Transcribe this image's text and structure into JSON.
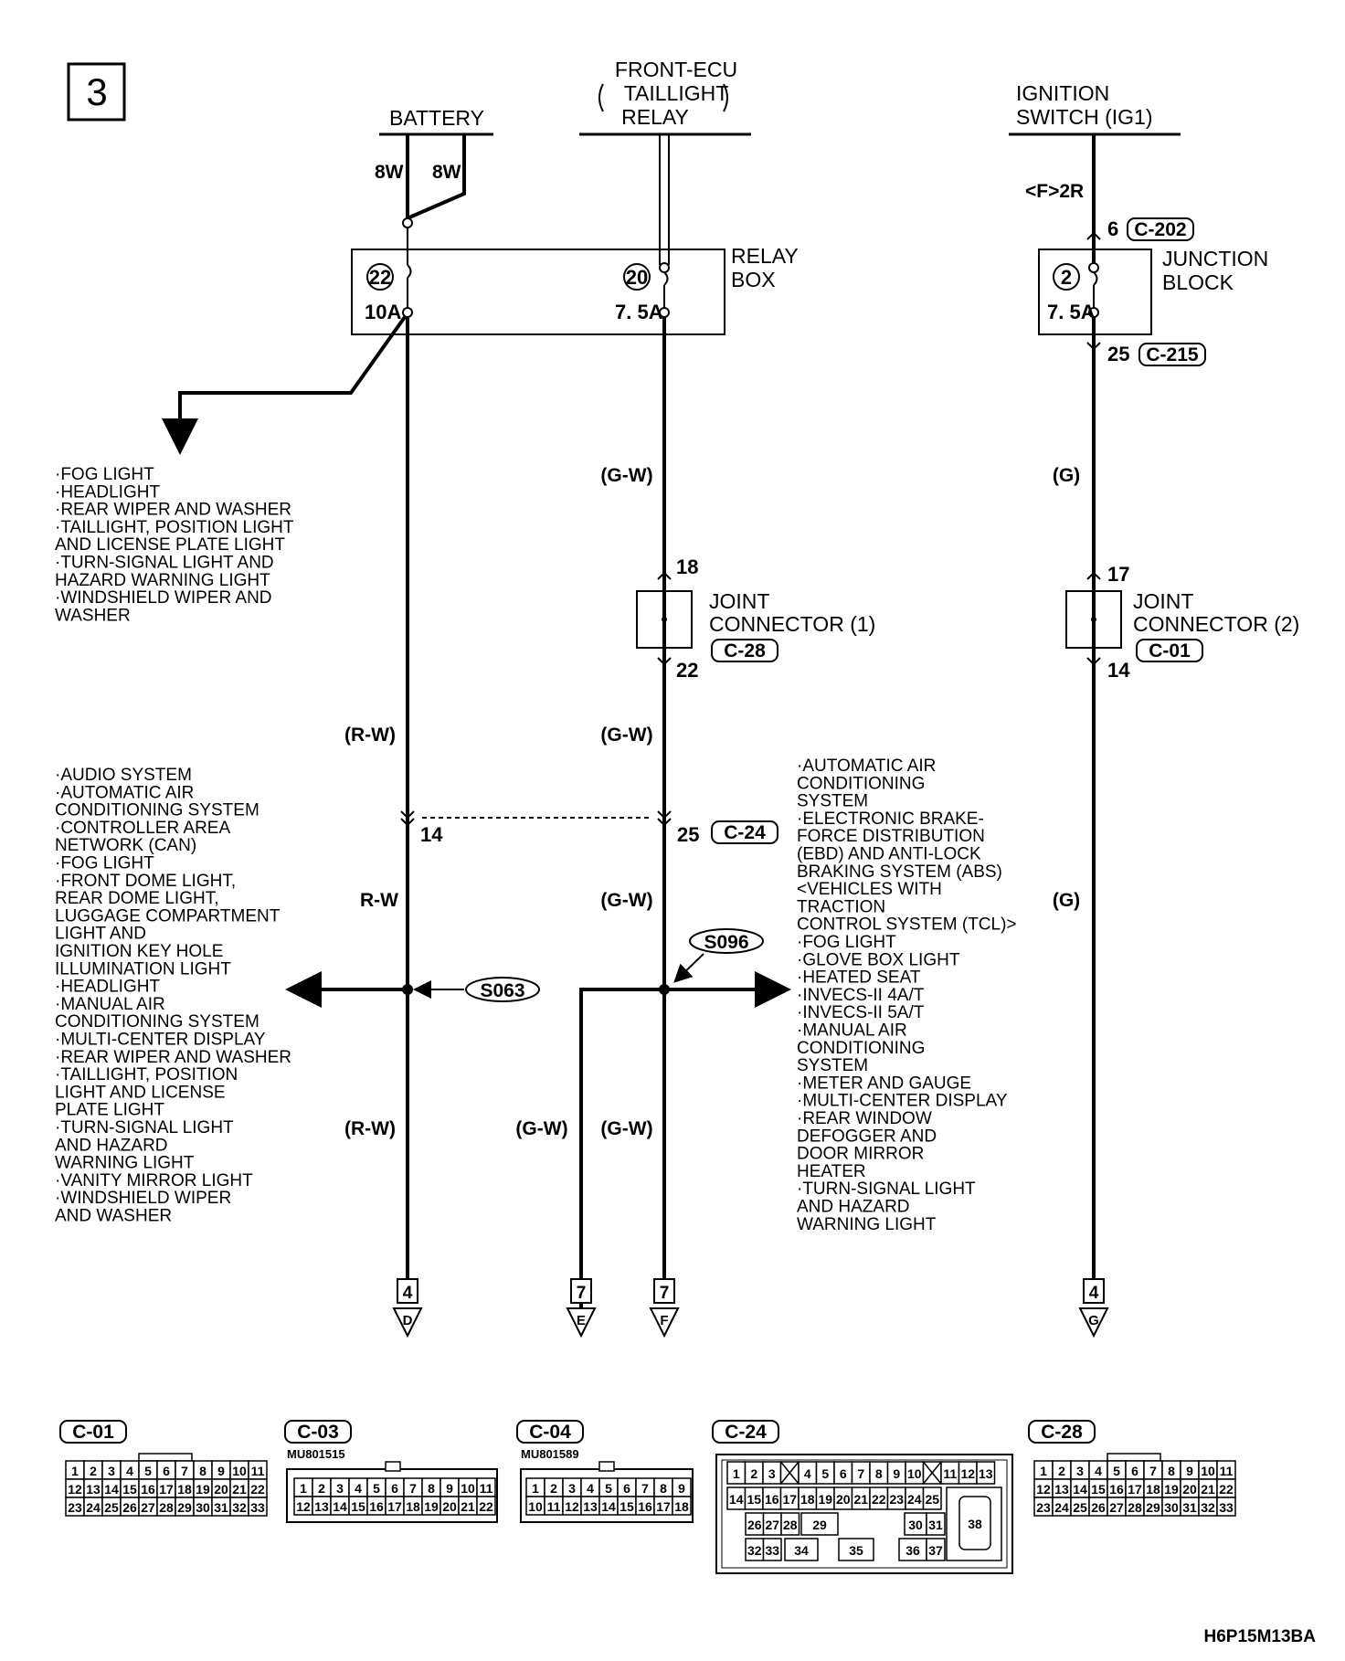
{
  "page_number": "3",
  "footer_code": "H6P15M13BA",
  "sources": {
    "battery": "BATTERY",
    "front_ecu": [
      "FRONT-ECU",
      "TAILLIGHT",
      "RELAY"
    ],
    "ignition": [
      "IGNITION",
      "SWITCH (IG1)"
    ]
  },
  "battery_wires": [
    "8W",
    "8W"
  ],
  "relay_box": {
    "title": [
      "RELAY",
      "BOX"
    ],
    "fuse_a": {
      "number": "22",
      "rating": "10A"
    },
    "fuse_b": {
      "number": "20",
      "rating": "7. 5A"
    }
  },
  "junction_block": {
    "title": [
      "JUNCTION",
      "BLOCK"
    ],
    "fuse": {
      "number": "2",
      "rating": "7. 5A"
    },
    "feed": "<F>2R",
    "pin_in": "6",
    "conn_in": "C-202",
    "pin_out": "25",
    "conn_out": "C-215"
  },
  "wire_codes": {
    "gw": "(G-W)",
    "g": "(G)",
    "rw": "(R-W)",
    "rw_plain": "R-W"
  },
  "joint_connector_1": {
    "title": [
      "JOINT",
      "CONNECTOR (1)"
    ],
    "pin_in": "18",
    "pin_out": "22",
    "conn": "C-28"
  },
  "joint_connector_2": {
    "title": [
      "JOINT",
      "CONNECTOR (2)"
    ],
    "pin_in": "17",
    "pin_out": "14",
    "conn": "C-01"
  },
  "c24": {
    "pin_a": "14",
    "pin_b": "25",
    "conn": "C-24"
  },
  "splices": {
    "s063": "S063",
    "s096": "S096"
  },
  "list_top_left": [
    "·FOG LIGHT",
    "·HEADLIGHT",
    "·REAR WIPER AND WASHER",
    "·TAILLIGHT, POSITION LIGHT",
    " AND LICENSE PLATE LIGHT",
    "·TURN-SIGNAL LIGHT AND",
    " HAZARD WARNING LIGHT",
    "·WINDSHIELD WIPER AND",
    " WASHER"
  ],
  "list_left": [
    "·AUDIO SYSTEM",
    "·AUTOMATIC AIR",
    " CONDITIONING SYSTEM",
    "·CONTROLLER AREA",
    " NETWORK (CAN)",
    "·FOG LIGHT",
    "·FRONT DOME LIGHT,",
    " REAR DOME LIGHT,",
    " LUGGAGE COMPARTMENT",
    " LIGHT AND",
    " IGNITION KEY HOLE",
    " ILLUMINATION LIGHT",
    "·HEADLIGHT",
    "·MANUAL AIR",
    " CONDITIONING SYSTEM",
    "·MULTI-CENTER DISPLAY",
    "·REAR WIPER AND WASHER",
    "·TAILLIGHT, POSITION",
    " LIGHT AND LICENSE",
    " PLATE LIGHT",
    "·TURN-SIGNAL LIGHT",
    " AND HAZARD",
    " WARNING LIGHT",
    "·VANITY MIRROR LIGHT",
    "·WINDSHIELD WIPER",
    " AND WASHER"
  ],
  "list_right": [
    "·AUTOMATIC AIR",
    " CONDITIONING",
    " SYSTEM",
    "·ELECTRONIC BRAKE-",
    " FORCE DISTRIBUTION",
    " (EBD) AND ANTI-LOCK",
    " BRAKING SYSTEM (ABS)",
    " <VEHICLES WITH",
    " TRACTION",
    " CONTROL SYSTEM (TCL)>",
    "·FOG LIGHT",
    "·GLOVE BOX LIGHT",
    "·HEATED SEAT",
    "·INVECS-II 4A/T",
    "·INVECS-II 5A/T",
    "·MANUAL AIR",
    " CONDITIONING",
    " SYSTEM",
    "·METER AND GAUGE",
    "·MULTI-CENTER DISPLAY",
    "·REAR WINDOW",
    " DEFOGGER AND",
    " DOOR MIRROR",
    " HEATER",
    "·TURN-SIGNAL LIGHT",
    " AND HAZARD",
    " WARNING LIGHT"
  ],
  "continuations": [
    {
      "num": "4",
      "letter": "D"
    },
    {
      "num": "7",
      "letter": "E"
    },
    {
      "num": "7",
      "letter": "F"
    },
    {
      "num": "4",
      "letter": "G"
    }
  ],
  "connectors": {
    "c01": {
      "label": "C-01",
      "rows": [
        [
          "1",
          "2",
          "3",
          "4",
          "5",
          "6",
          "7",
          "8",
          "9",
          "10",
          "11"
        ],
        [
          "12",
          "13",
          "14",
          "15",
          "16",
          "17",
          "18",
          "19",
          "20",
          "21",
          "22"
        ],
        [
          "23",
          "24",
          "25",
          "26",
          "27",
          "28",
          "29",
          "30",
          "31",
          "32",
          "33"
        ]
      ]
    },
    "c03": {
      "label": "C-03",
      "part": "MU801515",
      "rows": [
        [
          "1",
          "2",
          "3",
          "4",
          "5",
          "6",
          "7",
          "8",
          "9",
          "10",
          "11"
        ],
        [
          "12",
          "13",
          "14",
          "15",
          "16",
          "17",
          "18",
          "19",
          "20",
          "21",
          "22"
        ]
      ]
    },
    "c04": {
      "label": "C-04",
      "part": "MU801589",
      "rows": [
        [
          "1",
          "2",
          "3",
          "4",
          "5",
          "6",
          "7",
          "8",
          "9"
        ],
        [
          "10",
          "11",
          "12",
          "13",
          "14",
          "15",
          "16",
          "17",
          "18"
        ]
      ]
    },
    "c24": {
      "label": "C-24",
      "row1": [
        "1",
        "2",
        "3",
        "",
        "4",
        "5",
        "6",
        "7",
        "8",
        "9",
        "10",
        "",
        "11",
        "12",
        "13"
      ],
      "row2": [
        "14",
        "15",
        "16",
        "17",
        "18",
        "19",
        "20",
        "21",
        "22",
        "23",
        "24",
        "25"
      ],
      "row3": [
        "26",
        "27",
        "28",
        "29",
        "30",
        "31"
      ],
      "row4": [
        "32",
        "33",
        "34",
        "35",
        "36",
        "37"
      ],
      "big": "38"
    },
    "c28": {
      "label": "C-28",
      "rows": [
        [
          "1",
          "2",
          "3",
          "4",
          "5",
          "6",
          "7",
          "8",
          "9",
          "10",
          "11"
        ],
        [
          "12",
          "13",
          "14",
          "15",
          "16",
          "17",
          "18",
          "19",
          "20",
          "21",
          "22"
        ],
        [
          "23",
          "24",
          "25",
          "26",
          "27",
          "28",
          "29",
          "30",
          "31",
          "32",
          "33"
        ]
      ]
    }
  }
}
